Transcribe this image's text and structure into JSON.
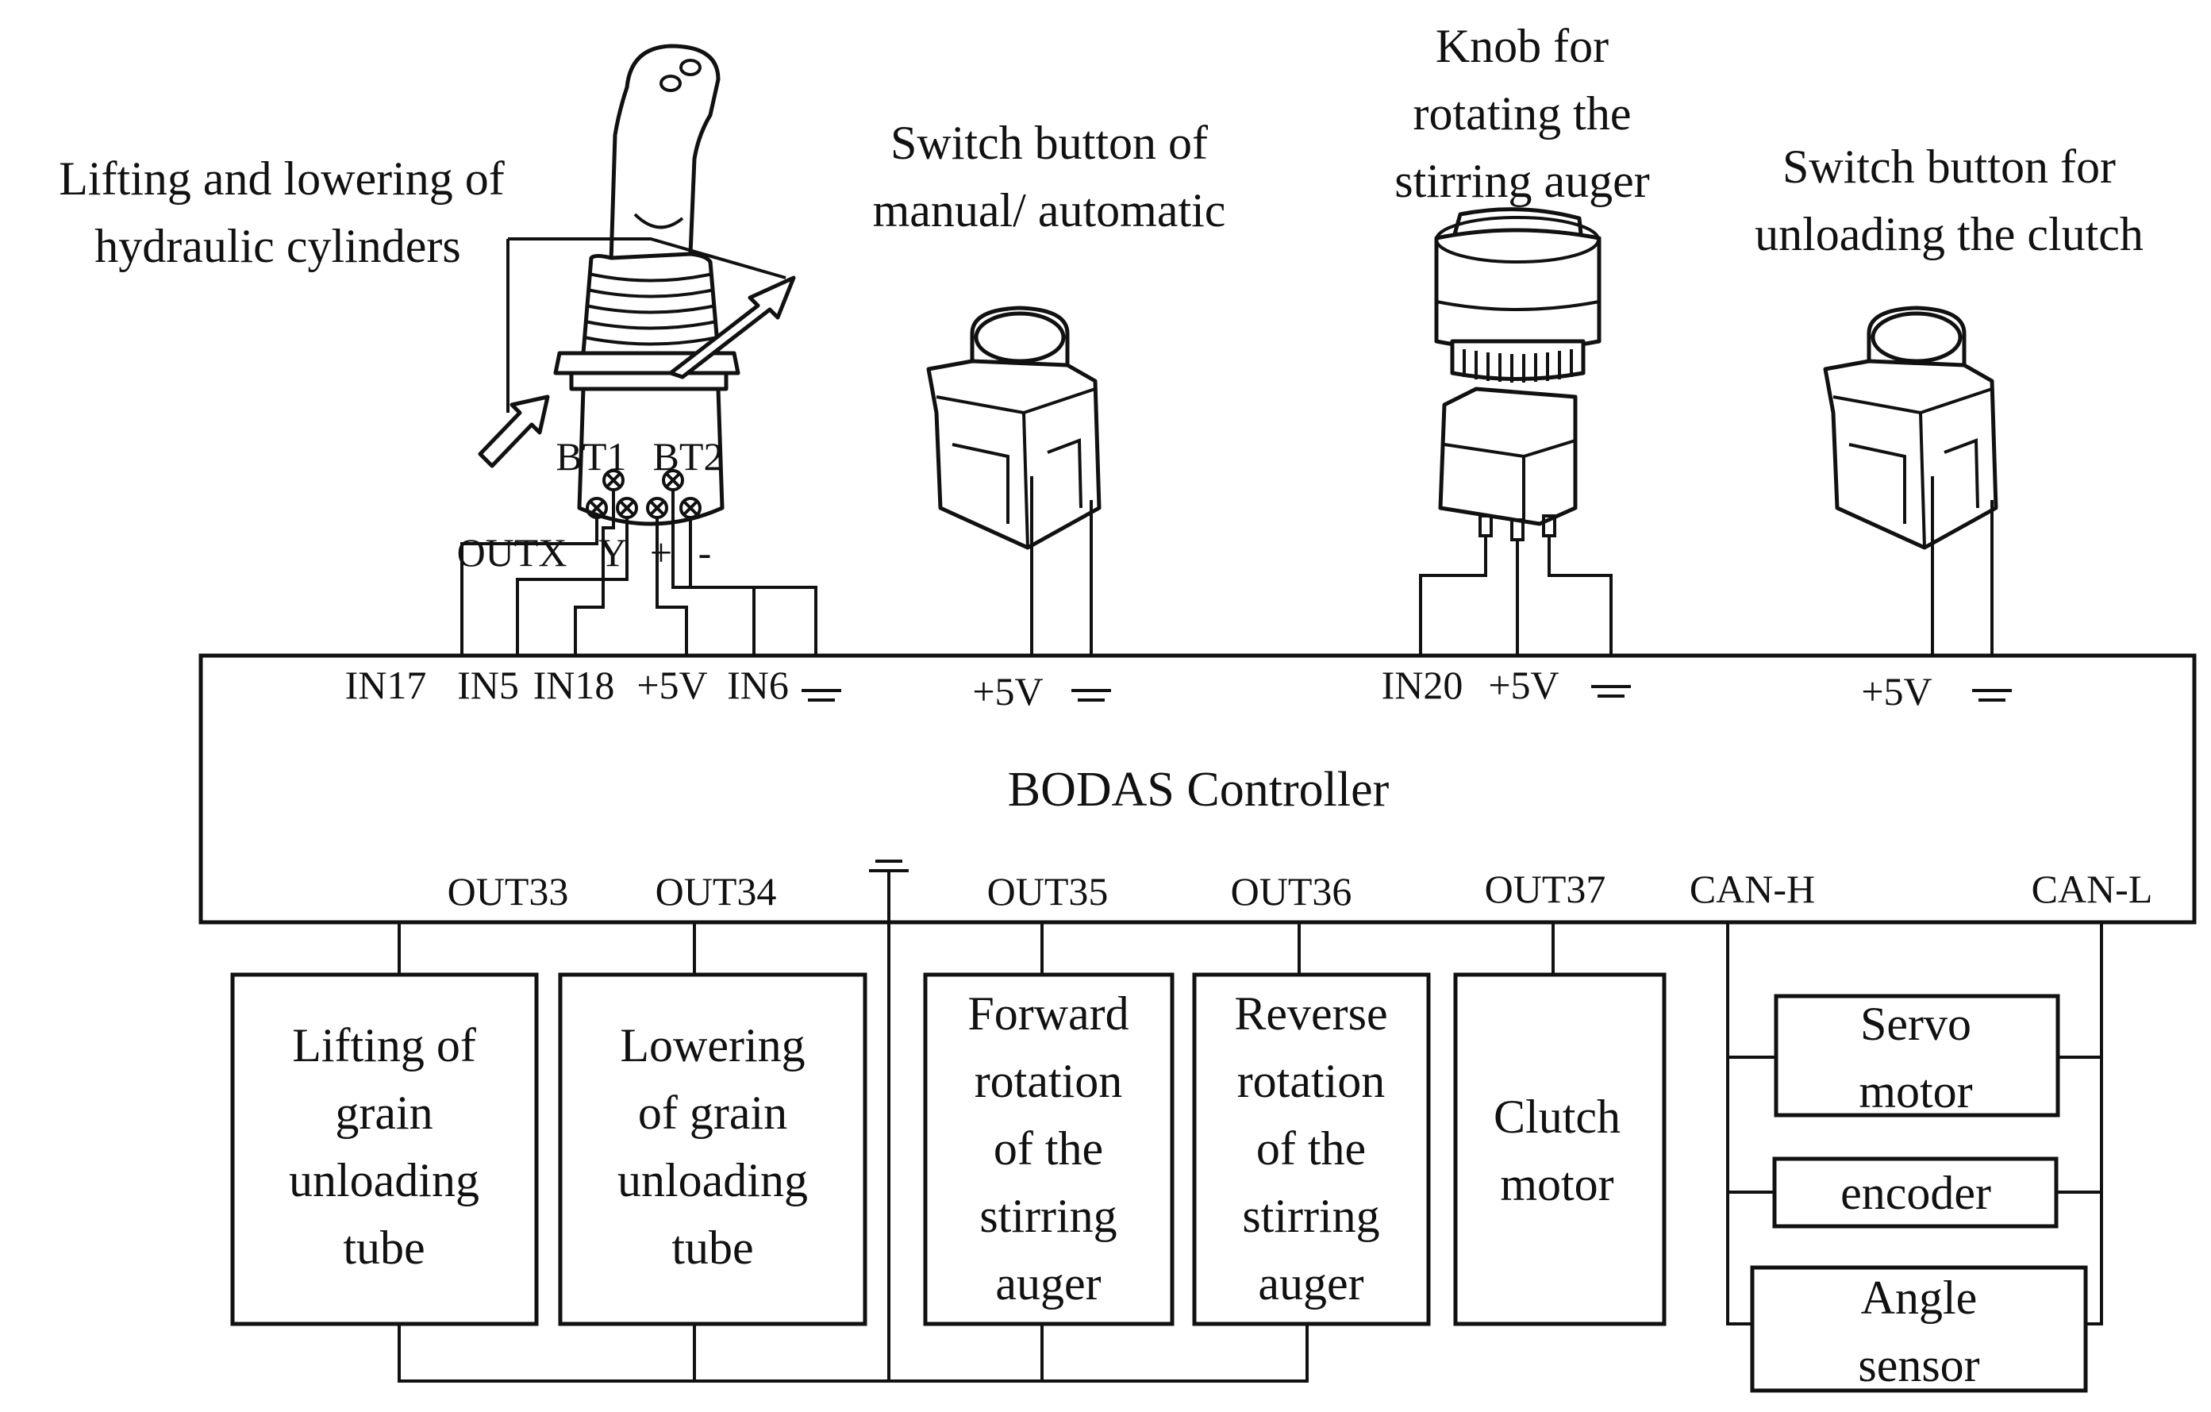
{
  "callouts": {
    "joystick_line1": "Lifting and lowering of",
    "joystick_line2": "hydraulic cylinders",
    "manual_line1": "Switch button of",
    "manual_line2": "manual/ automatic",
    "knob_line1": "Knob for",
    "knob_line2": "rotating the",
    "knob_line3": "stirring auger",
    "clutch_line1": "Switch button for",
    "clutch_line2": "unloading the clutch"
  },
  "joystick": {
    "bt1": "BT1",
    "bt2": "BT2",
    "outx": "OUTX",
    "y": "Y",
    "plus": "+",
    "minus": "-"
  },
  "controller": {
    "title": "BODAS Controller",
    "inputs": [
      "IN17",
      "IN5",
      "IN18",
      "+5V",
      "IN6"
    ],
    "manual_supply": "+5V",
    "knob_input": "IN20",
    "knob_supply": "+5V",
    "clutch_supply": "+5V",
    "outputs": [
      "OUT33",
      "OUT34",
      "OUT35",
      "OUT36",
      "OUT37"
    ],
    "can_h": "CAN-H",
    "can_l": "CAN-L"
  },
  "actuators": {
    "out33": [
      "Lifting of",
      "grain",
      "unloading",
      "tube"
    ],
    "out34": [
      "Lowering",
      "of grain",
      "unloading",
      "tube"
    ],
    "out35": [
      "Forward",
      "rotation",
      "of the",
      "stirring",
      "auger"
    ],
    "out36": [
      "Reverse",
      "rotation",
      "of the",
      "stirring",
      "auger"
    ],
    "out37": [
      "Clutch",
      "motor"
    ]
  },
  "can_devices": {
    "servo": [
      "Servo",
      "motor"
    ],
    "encoder": "encoder",
    "angle": [
      "Angle",
      "sensor"
    ]
  },
  "icons": [
    "joystick-icon",
    "push-button-icon",
    "rotary-knob-icon",
    "ground-symbol-icon",
    "double-arrow-icon"
  ]
}
